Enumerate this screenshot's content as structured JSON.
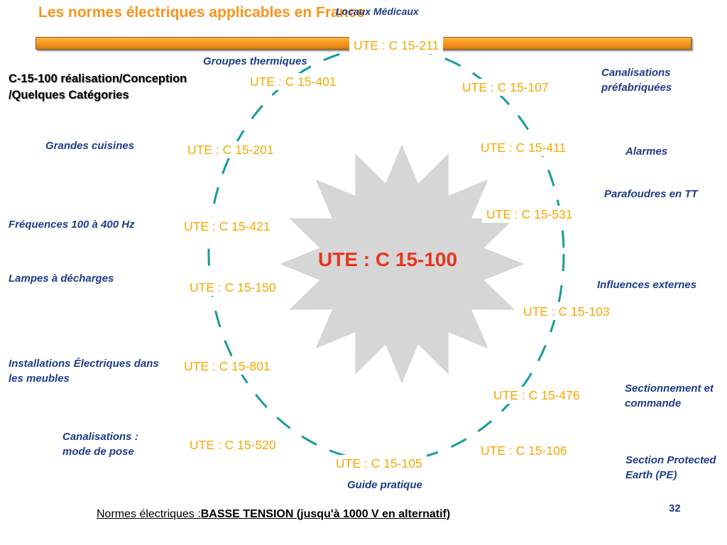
{
  "title": "Les normes électriques applicables en France",
  "subtitle": "C-15-100 réalisation/Conception /Quelques Catégories",
  "center_code": "UTE : C 15-100",
  "codes": {
    "c211": "UTE : C 15-211",
    "c401": "UTE : C 15-401",
    "c107": "UTE : C 15-107",
    "c201": "UTE : C 15-201",
    "c411": "UTE : C 15-411",
    "c531": "UTE : C 15-531",
    "c421": "UTE : C 15-421",
    "c150": "UTE : C 15-150",
    "c103": "UTE : C 15-103",
    "c801": "UTE : C 15-801",
    "c476": "UTE : C 15-476",
    "c520": "UTE : C 15-520",
    "c106": "UTE : C 15-106",
    "c105": "UTE : C 15-105"
  },
  "labels": {
    "locaux_medicaux": "Locaux Médicaux",
    "groupes_thermiques": "Groupes thermiques",
    "canalisations_prefab": "Canalisations préfabriquées",
    "grandes_cuisines": "Grandes cuisines",
    "alarmes": "Alarmes",
    "parafoudres": "Parafoudres en TT",
    "frequences": "Fréquences 100 à 400 Hz",
    "lampes": "Lampes à décharges",
    "influences": "Influences externes",
    "installations_meubles": "Installations Électriques dans les meubles",
    "sectionnement": "Sectionnement et commande",
    "canalisations_pose": "Canalisations : mode de pose",
    "section_pe": "Section Protected Earth (PE)",
    "guide_pratique": "Guide pratique"
  },
  "footer": {
    "prefix": "Normes électriques :",
    "bold": "BASSE TENSION (jusqu'à 1000 V en alternatif)"
  },
  "page_number": "32",
  "colors": {
    "title": "#F7941D",
    "code": "#F7A800",
    "center_code": "#E8351E",
    "label": "#1F3C88",
    "ellipse": "#1A9A9A",
    "star": "#D6D6D6"
  }
}
